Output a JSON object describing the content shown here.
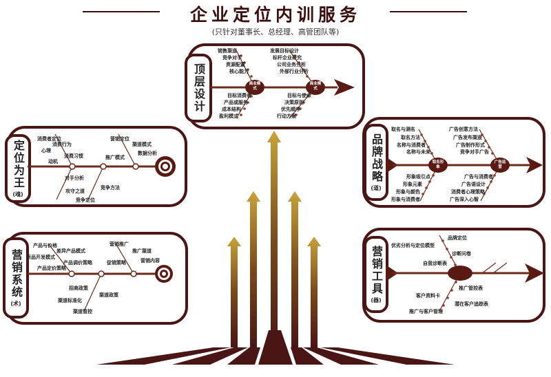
{
  "title": "企业定位内训服务",
  "subtitle": "(只针对董事长、总经理、高管团队等)",
  "panels": {
    "top": {
      "tab": "顶层设计",
      "node1": "商业模式",
      "node2": "商业模式",
      "labels": [
        "销售渠道",
        "竞争对手",
        "资源配置",
        "核心能力",
        "发展目标设计",
        "标杆企业研究",
        "公司业务分析",
        "外部行业分析",
        "目标消费者",
        "产品或服务",
        "成本结构",
        "盈利模式",
        "目标与使命",
        "决策原则",
        "优先顺序",
        "行动方案"
      ]
    },
    "left1": {
      "tab": "定位为王",
      "tab_sub": "(魂)",
      "labels": [
        "消费者定位",
        "消费行为",
        "心理",
        "消费习惯",
        "动机",
        "营销定位",
        "渠道模式",
        "推广模式",
        "数据分析",
        "对手分析",
        "攻守之道",
        "竞争方法",
        "竞争定位"
      ]
    },
    "left2": {
      "tab": "营销系统",
      "tab_sub": "(术)",
      "labels": [
        "产品与价格",
        "差异产品模式",
        "新品开发模式",
        "产品调价策略",
        "产品定价策略",
        "营销推广",
        "推广渠道",
        "促销策略",
        "营销内容",
        "招商政策",
        "渠道政策",
        "渠道标准化",
        "渠道管控"
      ]
    },
    "right1": {
      "tab": "品牌战略",
      "tab_sub": "(道)",
      "node1": "取名形象",
      "node2": "广告运营",
      "labels": [
        "取名与测名",
        "取名方法",
        "名称与消费者",
        "名称与未来",
        "广告创意方法",
        "广告发布渠道",
        "广告制作形式",
        "竞争对手广告",
        "形象吸引点",
        "形象元素",
        "形象与颜色",
        "形象与消费者",
        "广告与消费者",
        "广告语设计",
        "消费者心理策略",
        "广告深入心智"
      ]
    },
    "right2": {
      "tab": "营销工具",
      "tab_sub": "(器)",
      "labels": [
        "品牌定位",
        "优劣分析与定位模型",
        "诊断问卷",
        "自我诊断表",
        "推广管控表",
        "客户资料卡",
        "潜在客户追踪表",
        "推广与客户管理"
      ]
    }
  }
}
